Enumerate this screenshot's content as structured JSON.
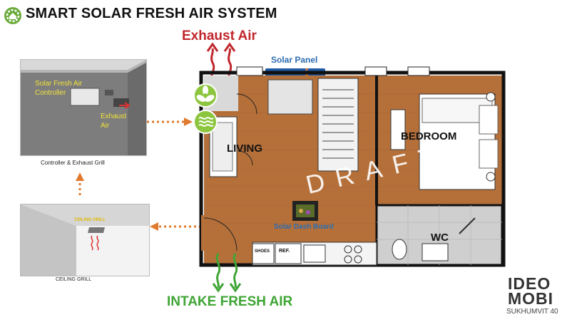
{
  "header": {
    "title": "SMART SOLAR FRESH AIR SYSTEM",
    "logo_icon": "gear-house-icon"
  },
  "labels": {
    "exhaust_air": "Exhaust Air",
    "intake_fresh_air": "INTAKE FRESH AIR",
    "solar_panel": "Solar Panel",
    "solar_dash_board": "Solar Dash Board",
    "draft_watermark": "DRAFT"
  },
  "rooms": {
    "living": "LIVING",
    "bedroom": "BEDROOM",
    "wc": "WC",
    "shoes": "SHOES",
    "ref": "REF."
  },
  "insets": {
    "controller": {
      "caption": "Controller & Exhaust Grill",
      "controller_label": "Solar Fresh Air Controller",
      "exhaust_label": "Exhaust Air"
    },
    "ceiling": {
      "caption": "CEILING GRILL",
      "grill_label": "CEILING GRILL"
    }
  },
  "brand": {
    "name": "IDEO MOBI",
    "subtitle": "SUKHUMVIT 40"
  },
  "colors": {
    "exhaust": "#c0262c",
    "intake": "#3fa535",
    "solar_blue": "#2b6cb0",
    "flow_arrow": "#e07a2e",
    "icon_green": "#8cc63f",
    "floor_wood": "#b5703a"
  }
}
